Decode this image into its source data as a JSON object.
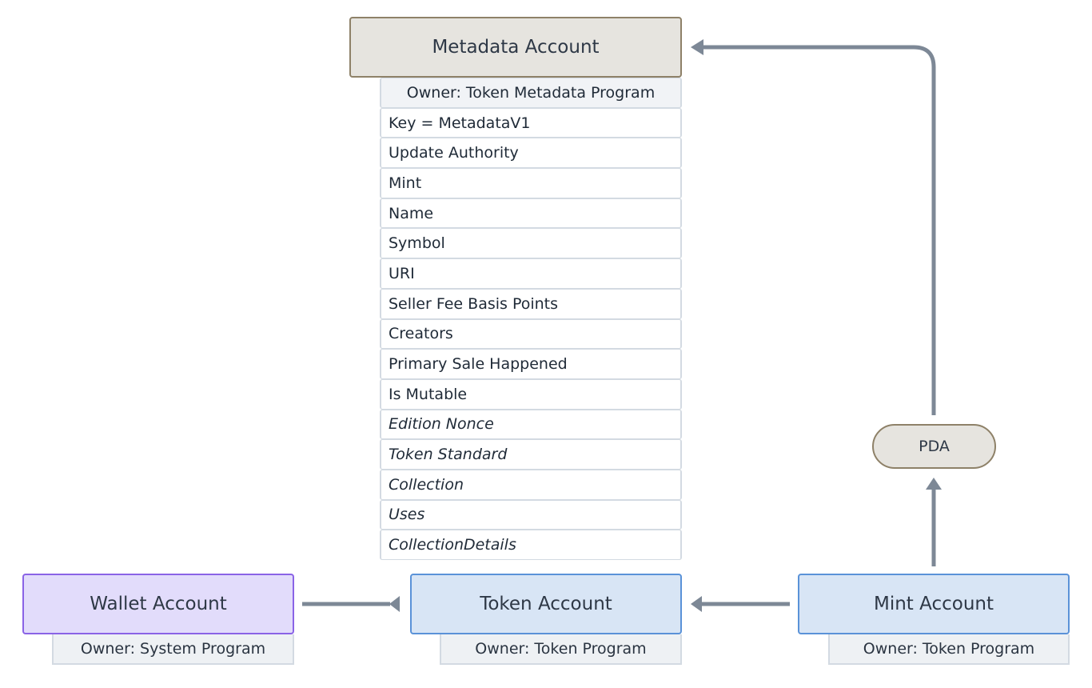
{
  "metadata_account": {
    "title": "Metadata Account",
    "owner": "Owner: Token Metadata Program",
    "fields": [
      {
        "label": "Key = MetadataV1",
        "italic": false
      },
      {
        "label": "Update Authority",
        "italic": false
      },
      {
        "label": "Mint",
        "italic": false
      },
      {
        "label": "Name",
        "italic": false
      },
      {
        "label": "Symbol",
        "italic": false
      },
      {
        "label": "URI",
        "italic": false
      },
      {
        "label": "Seller Fee Basis Points",
        "italic": false
      },
      {
        "label": "Creators",
        "italic": false
      },
      {
        "label": "Primary Sale Happened",
        "italic": false
      },
      {
        "label": "Is Mutable",
        "italic": false
      },
      {
        "label": "Edition Nonce",
        "italic": true
      },
      {
        "label": "Token Standard",
        "italic": true
      },
      {
        "label": "Collection",
        "italic": true
      },
      {
        "label": "Uses",
        "italic": true
      },
      {
        "label": "CollectionDetails",
        "italic": true
      }
    ]
  },
  "wallet_account": {
    "title": "Wallet Account",
    "owner": "Owner: System Program"
  },
  "token_account": {
    "title": "Token Account",
    "owner": "Owner: Token Program"
  },
  "mint_account": {
    "title": "Mint Account",
    "owner": "Owner: Token Program"
  },
  "pda": {
    "label": "PDA"
  },
  "colors": {
    "edge": "#7d8896",
    "metadata_fill": "#e6e4df",
    "metadata_border": "#8e8168",
    "wallet_fill": "#e2dcfb",
    "wallet_border": "#8a63e6",
    "account_fill": "#d8e5f5",
    "account_border": "#5a92d8"
  }
}
